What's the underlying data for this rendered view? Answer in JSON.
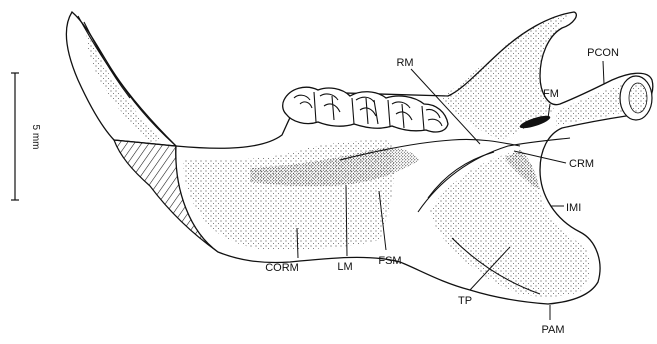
{
  "scale_bar": {
    "label": "5 mm"
  },
  "labels": {
    "rm": "RM",
    "fm": "FM",
    "pcon": "PCON",
    "crm": "CRM",
    "imi": "IMI",
    "corm": "CORM",
    "lm": "LM",
    "fsm": "FSM",
    "tp": "TP",
    "pam": "PAM"
  },
  "colors": {
    "ink": "#111111",
    "background": "#ffffff"
  }
}
